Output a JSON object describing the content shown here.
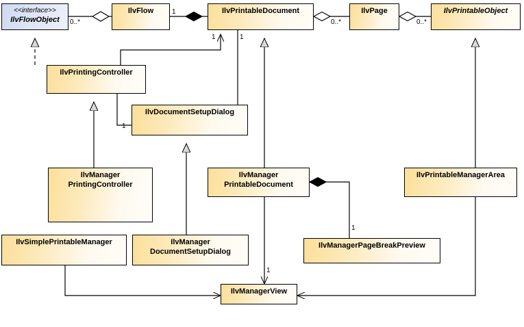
{
  "diagram": {
    "title": "IlvFlow / IlvPrintableDocument UML class diagram",
    "colors": {
      "class_fill_start": "#fbdf9a",
      "class_fill_end": "#fffdf8",
      "interface_fill_start": "#cfd9f0",
      "interface_fill_end": "#eef1fa",
      "line": "#000000",
      "background": "#ffffff"
    }
  },
  "nodes": [
    {
      "id": "ilvflowobject",
      "stereotype": "<<interface>>",
      "label": "IlvFlowObject",
      "kind": "interface"
    },
    {
      "id": "ilvflow",
      "label": "IlvFlow",
      "kind": "class"
    },
    {
      "id": "ilvprintabledocument",
      "label": "IlvPrintableDocument",
      "kind": "class"
    },
    {
      "id": "ilvpage",
      "label": "IlvPage",
      "kind": "class"
    },
    {
      "id": "ilvprintableobject",
      "label": "IlvPrintableObject",
      "kind": "abstract"
    },
    {
      "id": "ilvprintingcontroller",
      "label": "IlvPrintingController",
      "kind": "class"
    },
    {
      "id": "ilvdocumentsetupdialog",
      "label": "IlvDocumentSetupDialog",
      "kind": "class"
    },
    {
      "id": "ilvmanagerprintingcontroller",
      "label": "IlvManager",
      "label2": "PrintingController",
      "kind": "class"
    },
    {
      "id": "ilvmanagerprintabledocument",
      "label": "IlvManager",
      "label2": "PrintableDocument",
      "kind": "class"
    },
    {
      "id": "ilvprintablemanagerarea",
      "label": "IlvPrintableManagerArea",
      "kind": "class"
    },
    {
      "id": "ilvsimpleprintablemanager",
      "label": "IlvSimplePrintableManager",
      "kind": "class"
    },
    {
      "id": "ilvmanagerdocumentsetupdialog",
      "label": "IlvManager",
      "label2": "DocumentSetupDialog",
      "kind": "class"
    },
    {
      "id": "ilvmanagerpagebreakpreview",
      "label": "IlvManagerPageBreakPreview",
      "kind": "class"
    },
    {
      "id": "ilvmanagerview",
      "label": "IlvManagerView",
      "kind": "class"
    }
  ],
  "multiplicities": [
    {
      "id": "m-flowobject-0n",
      "text": "0..*"
    },
    {
      "id": "m-flow-1",
      "text": "1"
    },
    {
      "id": "m-doc-page-0n",
      "text": "0..*"
    },
    {
      "id": "m-page-obj-0n",
      "text": "0..*"
    },
    {
      "id": "m-doc-left-1",
      "text": "1"
    },
    {
      "id": "m-doc-right-1",
      "text": "1"
    },
    {
      "id": "m-setupdialog-1",
      "text": "1"
    },
    {
      "id": "m-managerview-1",
      "text": "1"
    },
    {
      "id": "m-pagebreak-1",
      "text": "1"
    }
  ],
  "relations": [
    {
      "from": "ilvflowobject",
      "to": "ilvflow",
      "type": "aggregation"
    },
    {
      "from": "ilvflow",
      "to": "ilvprintabledocument",
      "type": "composition"
    },
    {
      "from": "ilvprintabledocument",
      "to": "ilvpage",
      "type": "aggregation"
    },
    {
      "from": "ilvpage",
      "to": "ilvprintableobject",
      "type": "aggregation"
    },
    {
      "from": "ilvprintingcontroller",
      "to": "ilvflowobject",
      "type": "realization"
    },
    {
      "from": "ilvprintingcontroller",
      "to": "ilvprintabledocument",
      "type": "association"
    },
    {
      "from": "ilvdocumentsetupdialog",
      "to": "ilvprintingcontroller",
      "type": "association"
    },
    {
      "from": "ilvdocumentsetupdialog",
      "to": "ilvprintabledocument",
      "type": "association"
    },
    {
      "from": "ilvmanagerprintingcontroller",
      "to": "ilvprintingcontroller",
      "type": "generalization"
    },
    {
      "from": "ilvmanagerdocumentsetupdialog",
      "to": "ilvdocumentsetupdialog",
      "type": "generalization"
    },
    {
      "from": "ilvmanagerprintabledocument",
      "to": "ilvprintabledocument",
      "type": "generalization"
    },
    {
      "from": "ilvprintablemanagerarea",
      "to": "ilvprintableobject",
      "type": "generalization"
    },
    {
      "from": "ilvmanagerprintabledocument",
      "to": "ilvmanagerpagebreakpreview",
      "type": "composition"
    },
    {
      "from": "ilvmanagerprintabledocument",
      "to": "ilvmanagerview",
      "type": "association"
    },
    {
      "from": "ilvsimpleprintablemanager",
      "to": "ilvmanagerview",
      "type": "association"
    },
    {
      "from": "ilvprintablemanagerarea",
      "to": "ilvmanagerview",
      "type": "association"
    }
  ]
}
